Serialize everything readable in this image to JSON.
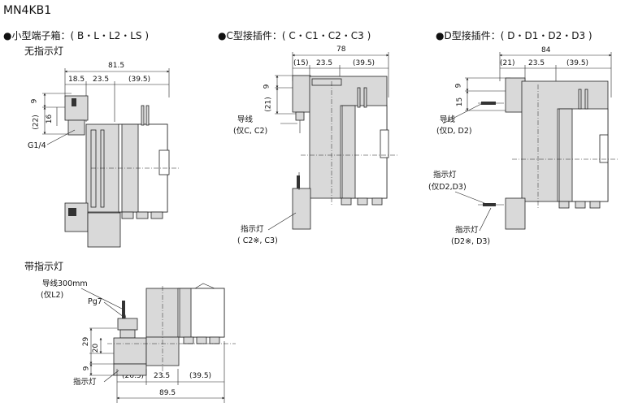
{
  "model": "MN4KB1",
  "sections": {
    "terminal_box": {
      "title": "●小型端子箱：( B・L・L2・LS )",
      "subtitle": "无指示灯",
      "dims": {
        "total": "81.5",
        "a": "18.5",
        "b": "23.5",
        "c": "(39.5)",
        "v1": "9",
        "v2": "(22)",
        "v3": "16"
      },
      "port_label": "G1/4"
    },
    "c_connector": {
      "title": "●C型接插件：( C・C1・C2・C3 )",
      "dims": {
        "total": "78",
        "a": "(15)",
        "b": "23.5",
        "c": "(39.5)",
        "v1": "9",
        "v2": "(21)"
      },
      "lead_label": "导线",
      "lead_note": "(仅C, C2)",
      "lamp_label": "指示灯",
      "lamp_note": "( C2※, C3)"
    },
    "d_connector": {
      "title": "●D型接插件：( D・D1・D2・D3 )",
      "dims": {
        "total": "84",
        "a": "(21)",
        "b": "23.5",
        "c": "(39.5)",
        "v1": "9",
        "v2": "15"
      },
      "lead_label": "导线",
      "lead_note": "(仅D, D2)",
      "lamp1_label": "指示灯",
      "lamp1_note": "(仅D2,D3)",
      "lamp2_label": "指示灯",
      "lamp2_note": "(D2※, D3)"
    },
    "with_lamp": {
      "subtitle": "带指示灯",
      "lead_label": "导线300mm",
      "lead_note": "(仅L2)",
      "pg_label": "Pg7",
      "lamp_label": "指示灯",
      "dims": {
        "total": "89.5",
        "a": "(26.5)",
        "b": "23.5",
        "c": "(39.5)",
        "v1": "29",
        "v2": "20",
        "v3": "9"
      }
    }
  }
}
